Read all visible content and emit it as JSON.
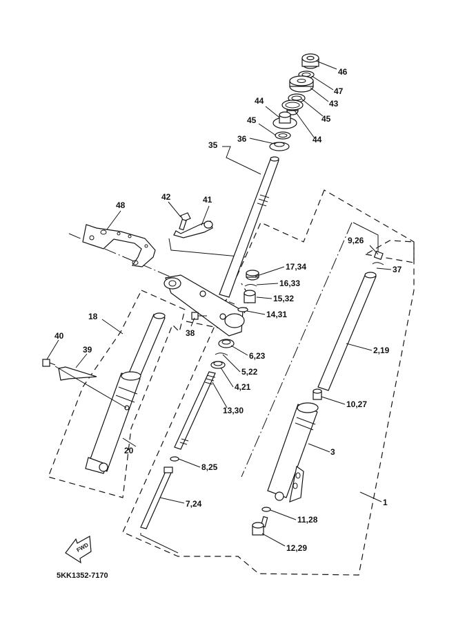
{
  "diagram": {
    "title_code": "5KK1352-7170",
    "fwd_label": "FWD",
    "colors": {
      "ink": "#111111",
      "paper": "#ffffff"
    },
    "callouts": {
      "c46": "46",
      "c47": "47",
      "c43": "43",
      "c45a": "45",
      "c44a": "44",
      "c44b": "44",
      "c45b": "45",
      "c36": "36",
      "c35": "35",
      "c42": "42",
      "c41": "41",
      "c48": "48",
      "c926": "9,26",
      "c37": "37",
      "c1734": "17,34",
      "c1633": "16,33",
      "c1532": "15,32",
      "c1431": "14,31",
      "c38": "38",
      "c623": "6,23",
      "c522": "5,22",
      "c421": "4,21",
      "c1330": "13,30",
      "c219": "2,19",
      "c1027": "10,27",
      "c3": "3",
      "c1": "1",
      "c18": "18",
      "c40": "40",
      "c39": "39",
      "c20": "20",
      "c825": "8,25",
      "c724": "7,24",
      "c1128": "11,28",
      "c1229": "12,29"
    }
  }
}
